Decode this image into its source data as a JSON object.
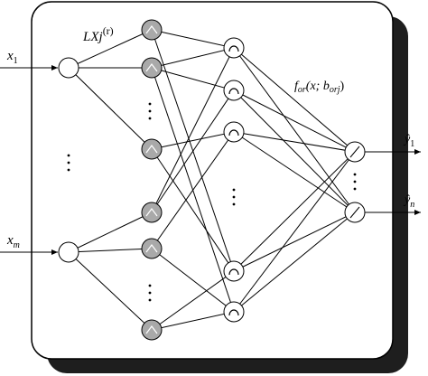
{
  "inputs": [
    {
      "name": "x",
      "sub": "1"
    },
    {
      "name": "x",
      "sub": "m"
    }
  ],
  "outputs": [
    {
      "name": "ŷ",
      "sub": "1"
    },
    {
      "name": "ŷ",
      "sub": "n"
    }
  ],
  "layer2_label": {
    "main": "LXj",
    "sup": "(r)"
  },
  "layer3_label": {
    "f": "f",
    "f_sub": "or",
    "args": "(x; b",
    "b_sub": "orj",
    "close": ")"
  },
  "node_styles": {
    "input": "open-circle",
    "membership": "gray-circle-caret",
    "rule": "open-circle-arc",
    "output": "open-circle-slash"
  },
  "colors": {
    "node_gray": "#a9a9a9",
    "shadow": "#1e1e1e",
    "stroke": "#000000"
  }
}
